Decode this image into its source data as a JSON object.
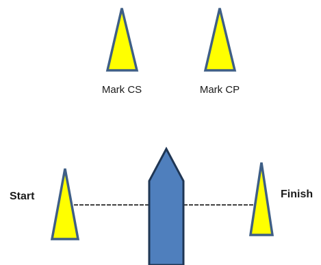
{
  "labels": {
    "mark_cs": "Mark CS",
    "mark_cp": "Mark CP",
    "start": "Start",
    "finish": "Finish"
  },
  "colors": {
    "buoy_fill": "#ffff00",
    "buoy_stroke": "#3f5f86",
    "boat_fill": "#4f7fbd",
    "boat_stroke": "#1f3654",
    "line": "#000000"
  }
}
